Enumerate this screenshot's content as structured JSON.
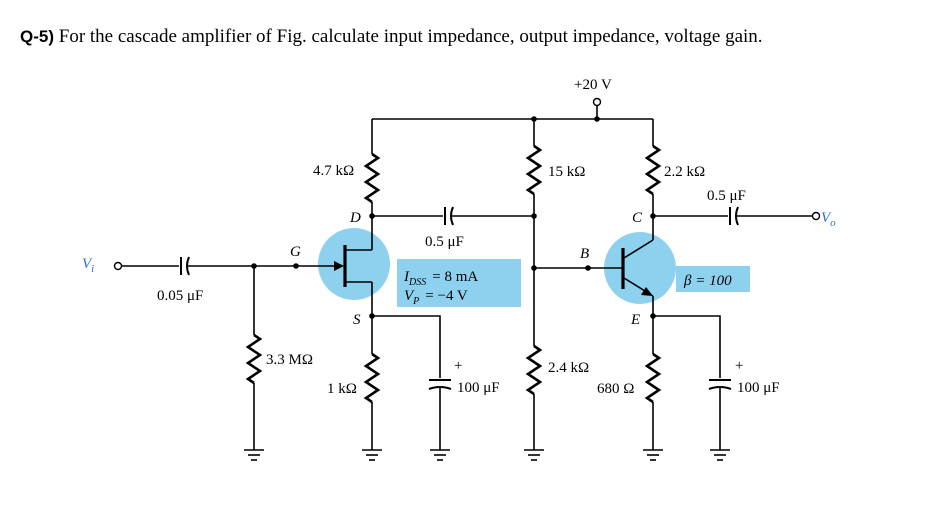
{
  "question": {
    "number": "Q-5)",
    "text": "For the cascade amplifier of Fig. calculate input impedance, output impedance, voltage gain."
  },
  "colors": {
    "highlight": "#8ed1ef",
    "accent_text": "#2a6fcf"
  },
  "circuit": {
    "supply": "+20 V",
    "input_label": "V",
    "input_sub": "i",
    "output_label": "V",
    "output_sub": "o",
    "input_cap": "0.05 μF",
    "gate_resistor": "3.3 MΩ",
    "drain_resistor": "4.7 kΩ",
    "source_resistor": "1 kΩ",
    "source_bypass_cap": "100 μF",
    "coupling_cap": "0.5 μF",
    "bias_top_resistor": "15 kΩ",
    "bias_bottom_resistor": "2.4 kΩ",
    "collector_resistor": "2.2 kΩ",
    "output_cap": "0.5 μF",
    "emitter_resistor": "680 Ω",
    "emitter_bypass_cap": "100 μF",
    "jfet": {
      "gate": "G",
      "drain": "D",
      "source": "S",
      "idss_sym": "I",
      "idss_sub": "DSS",
      "idss_val": "= 8 mA",
      "vp_sym": "V",
      "vp_sub": "P",
      "vp_val": "= −4 V"
    },
    "bjt": {
      "base": "B",
      "collector": "C",
      "emitter": "E",
      "beta": "β = 100"
    },
    "plus": "+"
  }
}
